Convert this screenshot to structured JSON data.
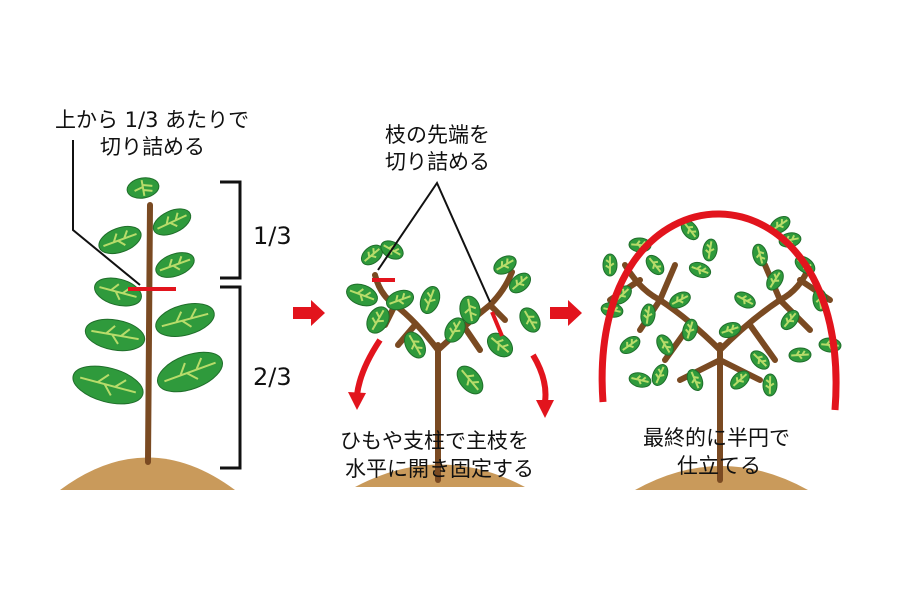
{
  "step1": {
    "note_line1": "上から 1/3 あたりで",
    "note_line2": "切り詰める",
    "upper_fraction": "1/3",
    "lower_fraction": "2/3"
  },
  "step2": {
    "note_line1": "枝の先端を",
    "note_line2": "切り詰める",
    "caption_line1": "ひもや支柱で主枝を",
    "caption_line2": "水平に開き固定する"
  },
  "step3": {
    "caption_line1": "最終的に半円で",
    "caption_line2": "仕立てる"
  },
  "colors": {
    "leaf": "#2f9a3c",
    "leaf_vein": "#b8dc6a",
    "stem": "#7a4a22",
    "soil": "#c99a5b",
    "accent_red": "#e2141d"
  }
}
